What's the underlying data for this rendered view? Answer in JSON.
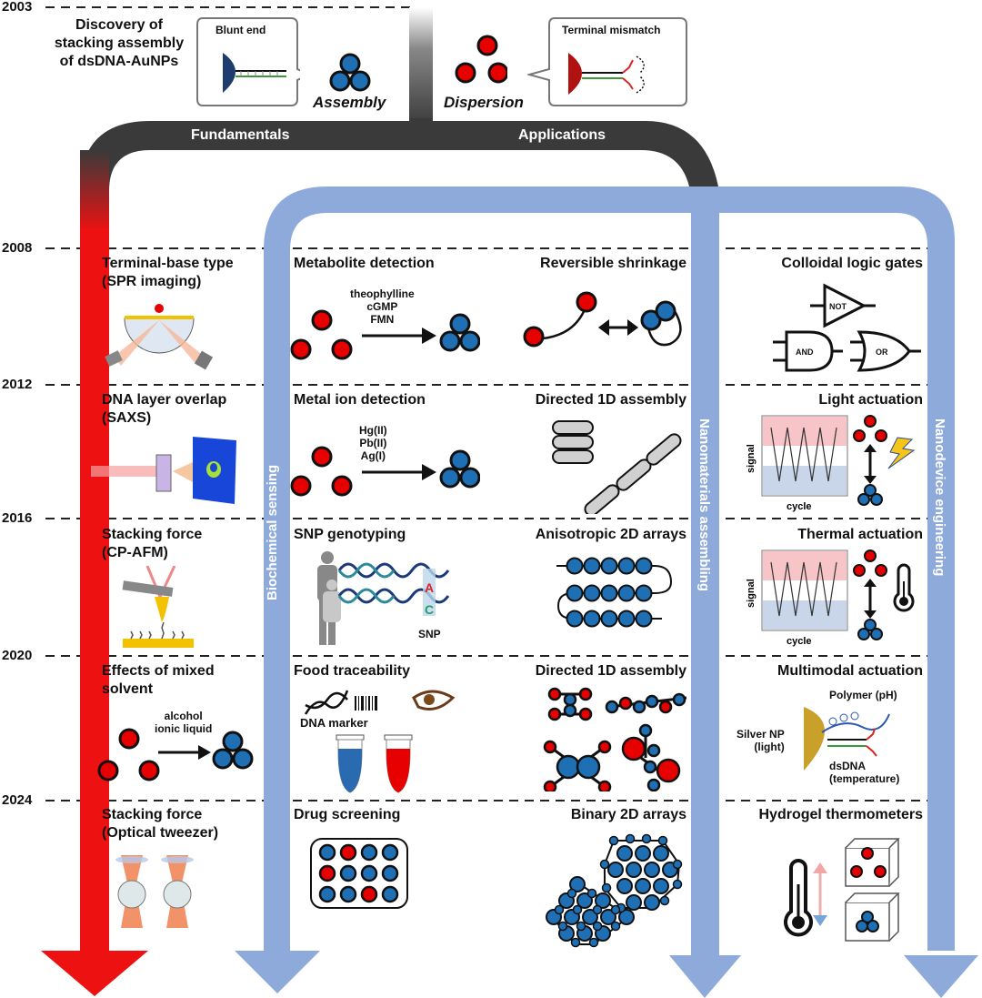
{
  "timeline": {
    "years": [
      "2003",
      "2008",
      "2012",
      "2016",
      "2020",
      "2024"
    ]
  },
  "header": {
    "discovery_title": [
      "Discovery of",
      "stacking assembly",
      "of dsDNA-AuNPs"
    ],
    "blunt_end_label": "Blunt end",
    "assembly_label": "Assembly",
    "dispersion_label": "Dispersion",
    "terminal_mismatch_label": "Terminal mismatch"
  },
  "branches": {
    "fundamentals": "Fundamentals",
    "applications": "Applications",
    "biochemical": "Biochemical sensing",
    "nanomaterials": "Nanomaterials assembling",
    "nanodevice": "Nanodevice engineering"
  },
  "colors": {
    "fundamentals_arrow": "#ee1111",
    "application_arrow": "#8eaadb",
    "trunk": "#3a3a3a",
    "particle_red": "#e60000",
    "particle_blue": "#1f6fb5"
  },
  "fundamentals": [
    {
      "title": [
        "Terminal-base type",
        "(SPR imaging)"
      ]
    },
    {
      "title": [
        "DNA layer overlap",
        "(SAXS)"
      ]
    },
    {
      "title": [
        "Stacking force",
        "(CP-AFM)"
      ]
    },
    {
      "title": [
        "Effects of mixed",
        "solvent"
      ],
      "reagents": [
        "alcohol",
        "ionic liquid"
      ]
    },
    {
      "title": [
        "Stacking force",
        "(Optical tweezer)"
      ]
    }
  ],
  "biochemical": [
    {
      "title": "Metabolite detection",
      "reagents": [
        "theophylline",
        "cGMP",
        "FMN"
      ]
    },
    {
      "title": "Metal ion detection",
      "reagents": [
        "Hg(II)",
        "Pb(II)",
        "Ag(I)"
      ]
    },
    {
      "title": "SNP genotyping",
      "snp_label": "SNP",
      "base_a": "A",
      "base_c": "C"
    },
    {
      "title": "Food traceability",
      "marker_label": "DNA marker"
    },
    {
      "title": "Drug screening",
      "wells": [
        [
          "b",
          "r",
          "b",
          "b"
        ],
        [
          "r",
          "b",
          "b",
          "b"
        ],
        [
          "b",
          "b",
          "r",
          "b"
        ]
      ]
    }
  ],
  "nanomaterials": [
    {
      "title": "Reversible shrinkage"
    },
    {
      "title": "Directed 1D assembly"
    },
    {
      "title": "Anisotropic 2D arrays"
    },
    {
      "title": "Directed 1D assembly"
    },
    {
      "title": "Binary 2D arrays"
    }
  ],
  "nanodevice": [
    {
      "title": "Colloidal logic gates",
      "gates": [
        "NOT",
        "AND",
        "OR"
      ]
    },
    {
      "title": "Light actuation",
      "ylabel": "signal",
      "xlabel": "cycle"
    },
    {
      "title": "Thermal actuation",
      "ylabel": "signal",
      "xlabel": "cycle"
    },
    {
      "title": "Multimodal actuation",
      "labels": {
        "polymer": "Polymer (pH)",
        "silver": [
          "Silver NP",
          "(light)"
        ],
        "dsdna": [
          "dsDNA",
          "(temperature)"
        ]
      }
    },
    {
      "title": "Hydrogel thermometers"
    }
  ]
}
